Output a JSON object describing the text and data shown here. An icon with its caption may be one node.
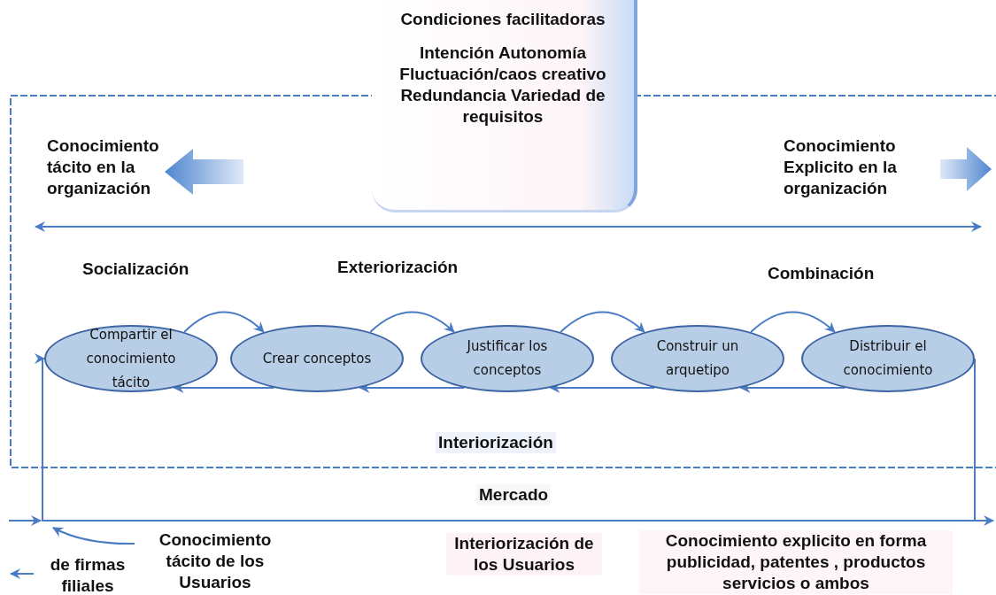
{
  "diagram": {
    "nodes": [
      {
        "text": [
          "Condiciones facilitadoras",
          "Intención Autonomía Fluctuación/caos creativo Redundancia Variedad de requisitos"
        ]
      },
      {
        "text": [
          "Compartir el conocimiento tácito"
        ]
      },
      {
        "text": [
          "Crear conceptos"
        ]
      },
      {
        "text": [
          "Justificar los conceptos"
        ]
      },
      {
        "text": [
          "Construir un arquetipo"
        ]
      },
      {
        "text": [
          "Distribuir el conocimiento"
        ]
      },
      {
        "text": [
          "Conocimiento tácito de los Usuarios"
        ]
      }
    ],
    "edges": [
      {
        "from": 1,
        "to": 2,
        "arrow": "to"
      },
      {
        "from": 2,
        "to": 3,
        "arrow": "to"
      },
      {
        "from": 3,
        "to": 4,
        "arrow": "to"
      },
      {
        "from": 4,
        "to": 5,
        "arrow": "to"
      },
      {
        "from": 5,
        "to": 4,
        "arrow": "to"
      },
      {
        "from": 4,
        "to": 3,
        "arrow": "to"
      },
      {
        "from": 3,
        "to": 2,
        "arrow": "to"
      },
      {
        "from": 2,
        "to": 1,
        "arrow": "to"
      },
      {
        "from": 5,
        "to": 1,
        "arrow": "to"
      },
      {
        "from": 6,
        "to": null,
        "arrow": "to"
      }
    ],
    "labels": [
      "Conocimiento tácito en la organización",
      "Conocimiento Explicito en la organización",
      "Socialización",
      "Exteriorización",
      "Combinación",
      "Interiorización",
      "Mercado",
      "de firmas filiales",
      "Interiorización de los Usuarios",
      "Conocimiento explicito en forma publicidad, patentes , productos servicios o ambos"
    ]
  }
}
